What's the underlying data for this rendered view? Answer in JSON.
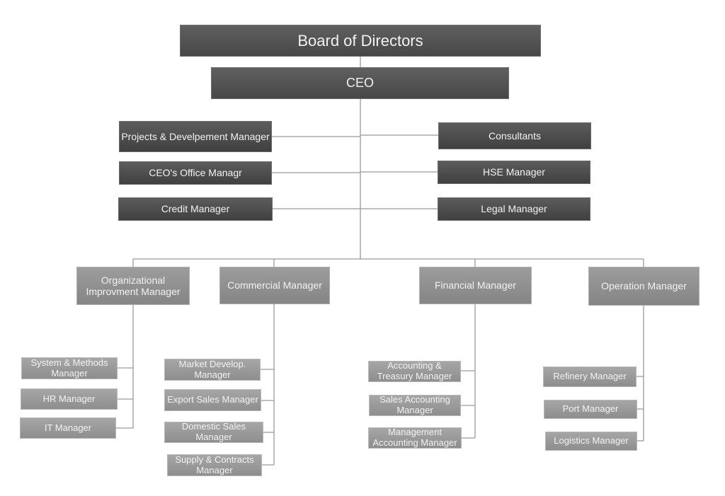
{
  "chart": {
    "board": "Board of Directors",
    "ceo": "CEO",
    "staff_left": [
      "Projects & Develpement Manager",
      "CEO's Office Managr",
      "Credit Manager"
    ],
    "staff_right": [
      "Consultants",
      "HSE Manager",
      "Legal Manager"
    ],
    "departments": [
      {
        "title": "Organizational Improvment Manager",
        "reports": [
          "System & Methods Manager",
          "HR Manager",
          "IT Manager"
        ]
      },
      {
        "title": "Commercial Manager",
        "reports": [
          "Market Develop. Manager",
          "Export Sales Manager",
          "Domestic Sales Manager",
          "Supply & Contracts Manager"
        ]
      },
      {
        "title": "Financial Manager",
        "reports": [
          "Accounting & Treasury Manager",
          "Sales Accounting Manager",
          "Management Accounting Manager"
        ]
      },
      {
        "title": "Operation Manager",
        "reports": [
          "Refinery Manager",
          "Port Manager",
          "Logistics Manager"
        ]
      }
    ]
  }
}
